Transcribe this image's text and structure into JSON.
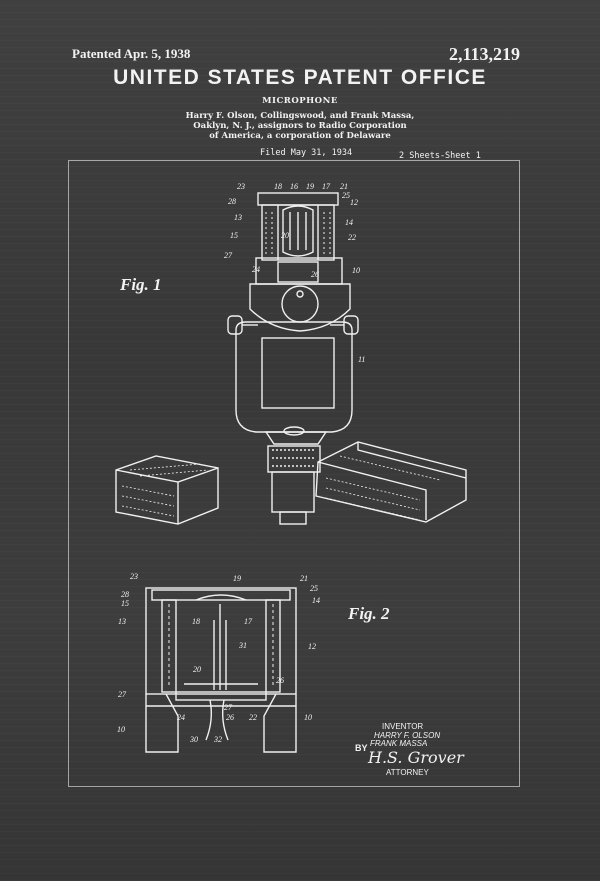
{
  "header": {
    "patented": "Patented Apr. 5, 1938",
    "number": "2,113,219",
    "office": "UNITED STATES PATENT OFFICE"
  },
  "patent": {
    "title": "MICROPHONE",
    "assignment_lines": [
      "Harry F. Olson, Collingswood, and Frank Massa,",
      "Oaklyn, N. J., assignors to Radio Corporation",
      "of America, a corporation of Delaware"
    ],
    "filed": "Filed May 31, 1934",
    "sheets": "2 Sheets-Sheet 1"
  },
  "figures": {
    "fig1": "Fig. 1",
    "fig2": "Fig. 2"
  },
  "fig1_refs": [
    "23",
    "18",
    "16",
    "19",
    "17",
    "21",
    "28",
    "25",
    "12",
    "13",
    "14",
    "15",
    "20",
    "22",
    "27",
    "24",
    "26",
    "10",
    "11"
  ],
  "fig2_refs": [
    "23",
    "19",
    "21",
    "28",
    "25",
    "15",
    "14",
    "13",
    "18",
    "17",
    "12",
    "31",
    "20",
    "26",
    "27",
    "24",
    "27",
    "26",
    "22",
    "10",
    "30",
    "32",
    "10"
  ],
  "inventor": {
    "label": "INVENTOR",
    "names": [
      "HARRY F. OLSON",
      "FRANK MASSA"
    ],
    "by": "BY",
    "signature": "H.S. Grover",
    "attorney": "ATTORNEY"
  },
  "colors": {
    "background": "#3b3b3b",
    "ink": "#f2f2f2"
  }
}
